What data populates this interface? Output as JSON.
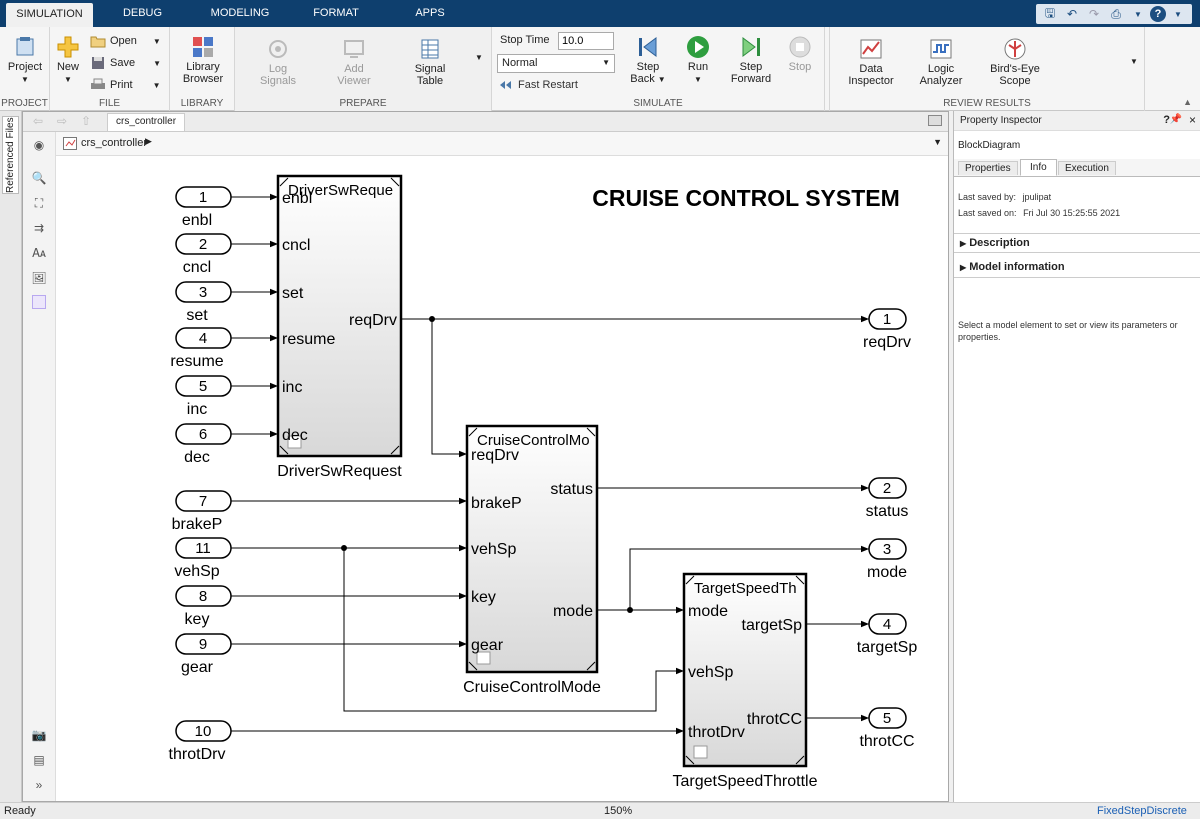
{
  "toolstrip": {
    "tabs": [
      "SIMULATION",
      "DEBUG",
      "MODELING",
      "FORMAT",
      "APPS"
    ],
    "active_tab": "SIMULATION"
  },
  "ribbon": {
    "project": {
      "label": "Project",
      "section": "PROJECT"
    },
    "file": {
      "new_label": "New",
      "open_label": "Open",
      "save_label": "Save",
      "print_label": "Print",
      "section": "FILE"
    },
    "library": {
      "label_line1": "Library",
      "label_line2": "Browser",
      "section": "LIBRARY"
    },
    "prepare": {
      "log_line1": "Log",
      "log_line2": "Signals",
      "add_line1": "Add",
      "add_line2": "Viewer",
      "table_line1": "Signal",
      "table_line2": "Table",
      "section": "PREPARE"
    },
    "simulate": {
      "stop_time_label": "Stop Time",
      "stop_time_value": "10.0",
      "mode_value": "Normal",
      "fast_restart_label": "Fast Restart",
      "step_back_line1": "Step",
      "step_back_line2": "Back",
      "run_label": "Run",
      "step_fwd_line1": "Step",
      "step_fwd_line2": "Forward",
      "stop_label": "Stop",
      "section": "SIMULATE"
    },
    "review": {
      "data_line1": "Data",
      "data_line2": "Inspector",
      "logic_line1": "Logic",
      "logic_line2": "Analyzer",
      "birds_line1": "Bird's-Eye",
      "birds_line2": "Scope",
      "section": "REVIEW RESULTS"
    }
  },
  "left_panel": {
    "referenced_files": "Referenced Files"
  },
  "editor": {
    "tab_label": "crs_controller",
    "breadcrumb": "crs_controller",
    "diagram_title": "CRUISE CONTROL SYSTEM",
    "inports": [
      {
        "num": "1",
        "name": "enbl"
      },
      {
        "num": "2",
        "name": "cncl"
      },
      {
        "num": "3",
        "name": "set"
      },
      {
        "num": "4",
        "name": "resume"
      },
      {
        "num": "5",
        "name": "inc"
      },
      {
        "num": "6",
        "name": "dec"
      },
      {
        "num": "7",
        "name": "brakeP"
      },
      {
        "num": "11",
        "name": "vehSp"
      },
      {
        "num": "8",
        "name": "key"
      },
      {
        "num": "9",
        "name": "gear"
      },
      {
        "num": "10",
        "name": "throtDrv"
      }
    ],
    "outports": [
      {
        "num": "1",
        "name": "reqDrv"
      },
      {
        "num": "2",
        "name": "status"
      },
      {
        "num": "3",
        "name": "mode"
      },
      {
        "num": "4",
        "name": "targetSp"
      },
      {
        "num": "5",
        "name": "throtCC"
      }
    ],
    "blocks": {
      "driver": {
        "inner_title": "DriverSwReque",
        "name": "DriverSwRequest",
        "inputs": [
          "enbl",
          "cncl",
          "set",
          "resume",
          "inc",
          "dec"
        ],
        "outputs": [
          "reqDrv"
        ]
      },
      "mode": {
        "inner_title": "CruiseControlMo",
        "name": "CruiseControlMode",
        "inputs": [
          "reqDrv",
          "brakeP",
          "vehSp",
          "key",
          "gear"
        ],
        "outputs": [
          "status",
          "mode"
        ]
      },
      "throttle": {
        "inner_title": "TargetSpeedTh",
        "name": "TargetSpeedThrottle",
        "inputs": [
          "mode",
          "vehSp",
          "throtDrv"
        ],
        "outputs": [
          "targetSp",
          "throtCC"
        ]
      }
    }
  },
  "inspector": {
    "title": "Property Inspector",
    "object": "BlockDiagram",
    "tabs": [
      "Properties",
      "Info",
      "Execution"
    ],
    "active_tab": "Info",
    "saved_by_label": "Last saved by:",
    "saved_by_value": "jpulipat",
    "saved_on_label": "Last saved on:",
    "saved_on_value": "Fri Jul 30 15:25:55 2021",
    "description": "Description",
    "model_info": "Model information",
    "hint": "Select a model element to set or view its parameters or properties."
  },
  "statusbar": {
    "left": "Ready",
    "zoom": "150%",
    "solver": "FixedStepDiscrete"
  },
  "colors": {
    "toolstrip_bg": "#0e3f6e",
    "link": "#1a5fb4",
    "run_green": "#2e9e3f"
  }
}
